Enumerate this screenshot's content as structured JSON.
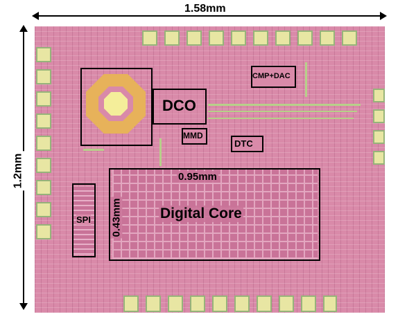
{
  "dimensions": {
    "width_label": "1.58mm",
    "height_label": "1.2mm"
  },
  "blocks": {
    "dco": "DCO",
    "mmd": "MMD",
    "dtc": "DTC",
    "cmp_dac": "CMP+DAC",
    "spi": "SPI",
    "digital_core": "Digital Core",
    "core_width": "0.95mm",
    "core_height": "0.43mm"
  },
  "colors": {
    "substrate": "#d98aa9",
    "pad": "#e8e6a3",
    "inductor": "#e7b25a"
  }
}
